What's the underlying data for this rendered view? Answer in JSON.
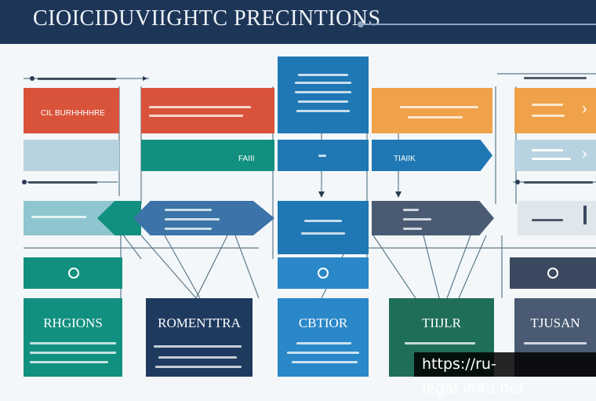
{
  "header": {
    "title": "CIOICIDUVIIGHTC PRECINTIONS"
  },
  "rows": {
    "row1_left_label": "CIL BURHHHHRE",
    "row2_mid_label": "FAIII",
    "row2_right_label": "TIAIIK",
    "card_titles": [
      "RHGIONS",
      "ROMENTTRA",
      "CBTIOR",
      "TIIJLR",
      "TJUSAN"
    ]
  },
  "watermark": {
    "text": "https://ru-legal.in4u.net"
  },
  "colors": {
    "header": "#1d3557",
    "red": "#d9533b",
    "teal": "#12907f",
    "blue": "#1f78b4",
    "orange": "#efa24a",
    "navy": "#1f3a5f",
    "slate": "#4a5a73",
    "green": "#1f6e59"
  }
}
